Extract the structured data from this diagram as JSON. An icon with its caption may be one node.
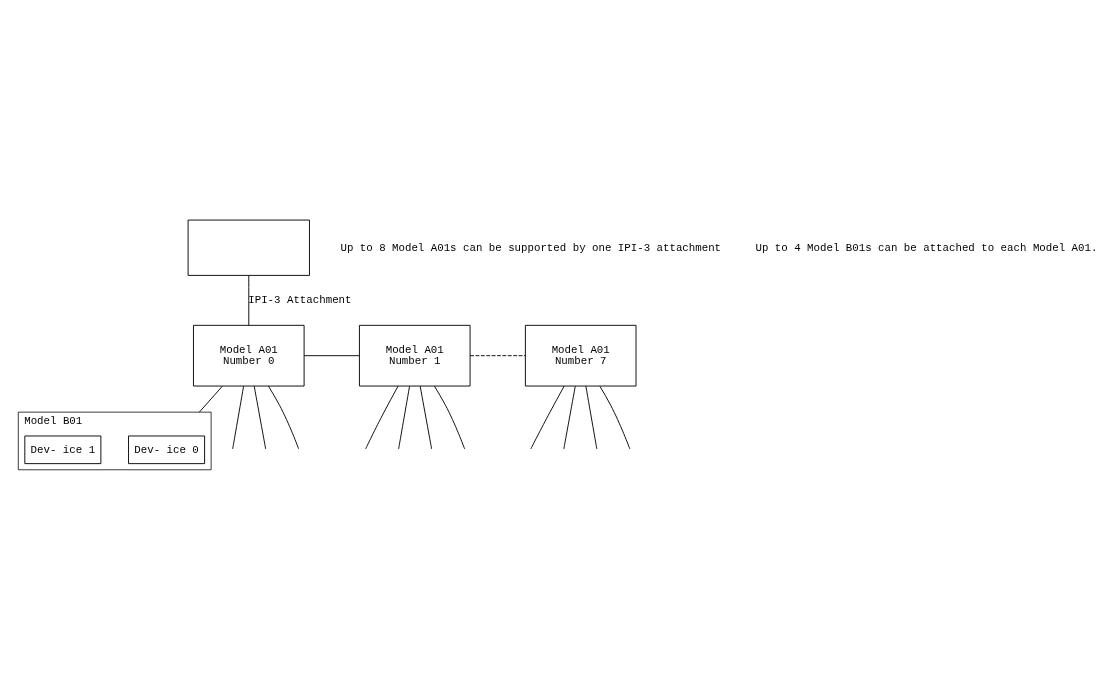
{
  "diagram": {
    "nodes": [
      {
        "text": [],
        "shape": "box"
      },
      {
        "text": [
          "Model A01",
          "Number 0"
        ]
      },
      {
        "text": [
          "Model A01",
          "Number 1"
        ]
      },
      {
        "text": [
          "Model A01",
          "Number 7"
        ]
      },
      {
        "text": [
          "Model B01"
        ]
      },
      {
        "text": [
          "Dev- ice 0"
        ],
        "in": 4
      },
      {
        "text": [
          "Dev- ice 1"
        ],
        "in": 4
      }
    ],
    "edges": [
      {
        "from": 0,
        "to": 1,
        "arrow": "none",
        "label": "IPI-3 Attachment"
      },
      {
        "from": 1,
        "to": 2,
        "arrow": "none"
      },
      {
        "from": 2,
        "to": 3,
        "arrow": "none",
        "style": "dashed"
      },
      {
        "from": 1,
        "to": 4,
        "arrow": "none"
      },
      {
        "from": 1,
        "to": null,
        "arrow": "none"
      },
      {
        "from": 1,
        "to": null,
        "arrow": "none"
      },
      {
        "from": 1,
        "to": null,
        "arrow": "none"
      },
      {
        "from": 2,
        "to": null,
        "arrow": "none"
      },
      {
        "from": 2,
        "to": null,
        "arrow": "none"
      },
      {
        "from": 2,
        "to": null,
        "arrow": "none"
      },
      {
        "from": 2,
        "to": null,
        "arrow": "none"
      },
      {
        "from": 3,
        "to": null,
        "arrow": "none"
      },
      {
        "from": 3,
        "to": null,
        "arrow": "none"
      },
      {
        "from": 3,
        "to": null,
        "arrow": "none"
      },
      {
        "from": 3,
        "to": null,
        "arrow": "none"
      }
    ],
    "labels": [
      "Up to 8 Model A01s can be supported by one IPI-3 attachment",
      "Up to 4 Model B01s can be attached to each Model A01."
    ]
  }
}
